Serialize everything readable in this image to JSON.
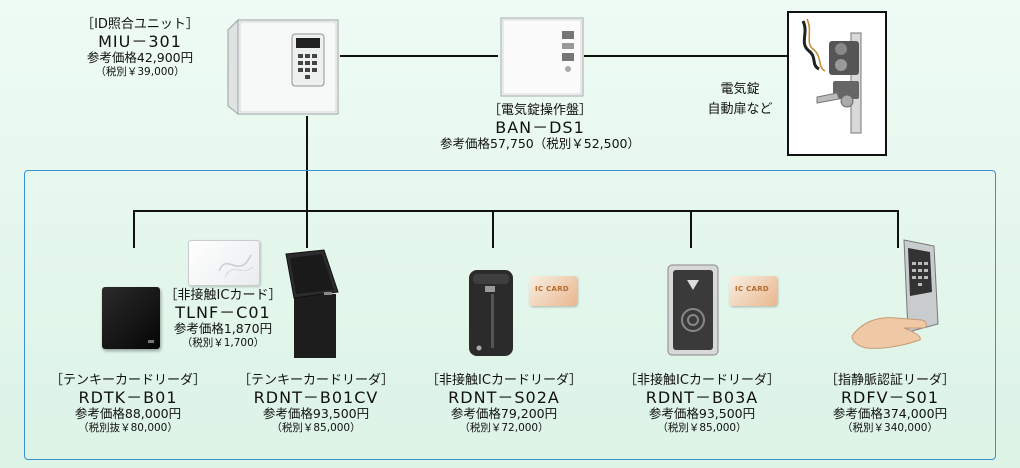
{
  "top": {
    "miu": {
      "bracket": "［ID照合ユニット］",
      "model": "MIU－301",
      "price": "参考価格42,900円",
      "tax": "（税別￥39,000）"
    },
    "ban": {
      "bracket": "［電気錠操作盤］",
      "model": "BAN－DS1",
      "price": "参考価格57,750（税別￥52,500）"
    },
    "lock": {
      "line1": "電気錠",
      "line2": "自動扉など"
    }
  },
  "card_tlnf": {
    "bracket": "［非接触ICカード］",
    "model": "TLNF－C01",
    "price": "参考価格1,870円",
    "tax": "（税別￥1,700）"
  },
  "readers": [
    {
      "bracket": "［テンキーカードリーダ］",
      "model": "RDTK－B01",
      "price": "参考価格88,000円",
      "tax": "（税別抜￥80,000）"
    },
    {
      "bracket": "［テンキーカードリーダ］",
      "model": "RDNT－B01CV",
      "price": "参考価格93,500円",
      "tax": "（税別￥85,000）"
    },
    {
      "bracket": "［非接触ICカードリーダ］",
      "model": "RDNT－S02A",
      "price": "参考価格79,200円",
      "tax": "（税別￥72,000）"
    },
    {
      "bracket": "［非接触ICカードリーダ］",
      "model": "RDNT－B03A",
      "price": "参考価格93,500円",
      "tax": "（税別￥85,000）"
    },
    {
      "bracket": "［指静脈認証リーダ］",
      "model": "RDFV－S01",
      "price": "参考価格374,000円",
      "tax": "（税別￥340,000）"
    }
  ],
  "card_labels": {
    "ic_card_a": "IC CARD",
    "ic_card_b": "IC CARD"
  },
  "colors": {
    "frame_blue": "#3a8fd6",
    "background": "#e4f6ec"
  }
}
